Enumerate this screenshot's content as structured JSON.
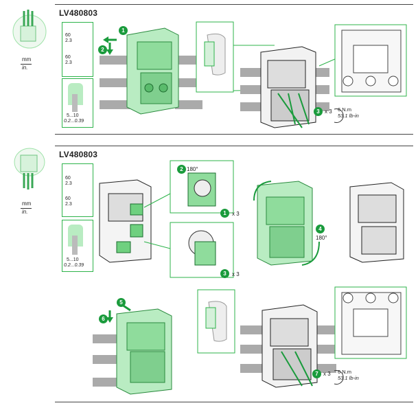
{
  "panels": [
    {
      "title": "LV480803",
      "units": {
        "mm": "mm",
        "in": "in."
      },
      "dims": {
        "d1": "60",
        "d1b": "2.3",
        "d2": "60",
        "d2b": "2.3",
        "strip_mm": "5...10",
        "strip_in": "0.2...0.39"
      },
      "steps": {
        "s1": "1",
        "s2": "2",
        "s3": "3"
      },
      "multiplier": "x 3",
      "torque": {
        "nm": "6 N.m",
        "lbin": "53.1 lb-in"
      }
    },
    {
      "title": "LV480803",
      "units": {
        "mm": "mm",
        "in": "in."
      },
      "dims": {
        "d1": "60",
        "d1b": "2.3",
        "d2": "60",
        "d2b": "2.3",
        "strip_mm": "5...10",
        "strip_in": "0.2...0.39"
      },
      "steps": {
        "s1": "1",
        "s2": "2",
        "s3": "3",
        "s4": "4",
        "s5": "5",
        "s6": "6",
        "s7": "7"
      },
      "angles": {
        "a1": "180°",
        "a2": "180°"
      },
      "multipliers": {
        "m1": "x 3",
        "m2": "x 3",
        "m3": "x 3"
      },
      "torque": {
        "nm": "6 N.m",
        "lbin": "53.1 lb-in"
      }
    }
  ],
  "colors": {
    "accent": "#1a9b3c",
    "light_accent": "#9ee2a8",
    "rail": "#a9a9a9",
    "frame": "#444444"
  }
}
